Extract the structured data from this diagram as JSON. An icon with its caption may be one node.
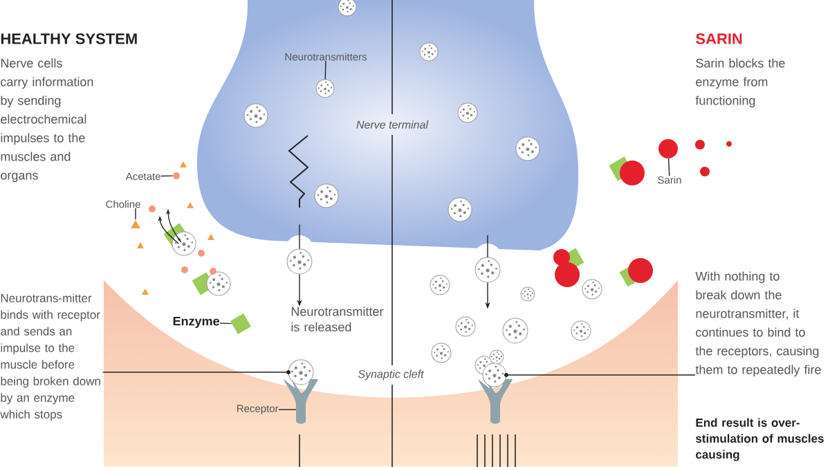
{
  "diagram": {
    "nodes": [
      {
        "text": [
          "Neurotransmitters"
        ]
      },
      {
        "text": [],
        "shape": "circle"
      },
      {
        "text": [
          "Acetate"
        ]
      },
      {
        "text": [],
        "shape": "circle"
      },
      {
        "text": [
          "Choline"
        ]
      },
      {
        "text": [],
        "shape": "triangle"
      },
      {
        "text": [
          "Enzyme"
        ]
      },
      {
        "text": [],
        "shape": "box"
      },
      {
        "text": [],
        "shape": "circle"
      },
      {
        "text": [
          "Neurotransmitter is released"
        ]
      },
      {
        "text": [
          "Neurotrans-mitter binds with receptor and sends an impulse to the muscle before being broken down by an enzyme which stops"
        ]
      },
      {
        "text": [],
        "shape": "circle"
      },
      {
        "text": [
          "Receptor"
        ]
      },
      {
        "text": [],
        "shape": "picture"
      },
      {
        "text": [
          "Sarin"
        ]
      },
      {
        "text": [],
        "shape": "circle"
      },
      {
        "text": [],
        "shape": "circle"
      },
      {
        "text": [
          "With nothing to break down the neurotransmitter, it continues to bind to the receptors, causing them to repeatedly fire"
        ]
      },
      {
        "text": [],
        "shape": "circle"
      }
    ],
    "edges": [
      {
        "from": 0,
        "to": 1,
        "arrow": "none"
      },
      {
        "from": 2,
        "to": 3,
        "arrow": "none"
      },
      {
        "from": 4,
        "to": 5,
        "arrow": "none"
      },
      {
        "from": 6,
        "to": 7,
        "arrow": "none"
      },
      {
        "from": 8,
        "to": 9,
        "arrow": "to"
      },
      {
        "from": 10,
        "to": 11,
        "arrow": "none"
      },
      {
        "from": 12,
        "to": 13,
        "arrow": "none"
      },
      {
        "from": 14,
        "to": 15,
        "arrow": "none"
      },
      {
        "from": 16,
        "to": null,
        "arrow": "to"
      },
      {
        "from": 17,
        "to": 18,
        "arrow": "none"
      },
      {
        "from": null,
        "to": 8,
        "arrow": "none"
      }
    ],
    "labels": [
      "HEALTHY SYSTEM",
      "Nerve cells carry information by sending electrochemical impulses to the muscles and organs",
      "SARIN",
      "Sarin blocks the enzyme from functioning",
      "Nerve terminal",
      "Synaptic cleft",
      "End result is over-stimulation of muscles causing"
    ]
  }
}
